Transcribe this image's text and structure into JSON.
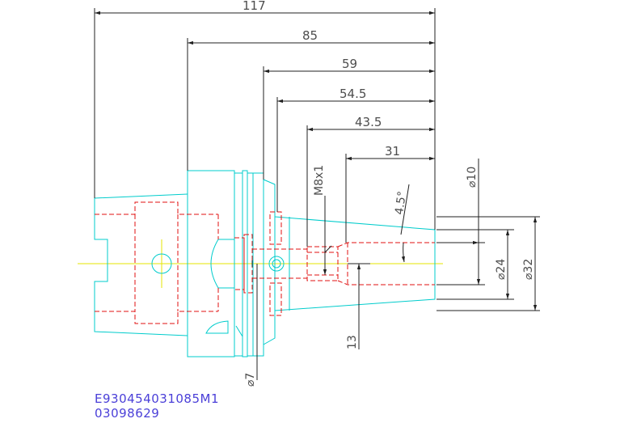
{
  "dimensions": {
    "overall_length": "117",
    "length_85": "85",
    "length_59": "59",
    "length_54_5": "54.5",
    "length_43_5": "43.5",
    "length_31": "31",
    "thread": "M8x1",
    "taper_angle": "4.5°",
    "bore_diameter": "⌀10",
    "diameter_24": "⌀24",
    "diameter_32": "⌀32",
    "length_13": "13",
    "diameter_7": "⌀7"
  },
  "part_code": "E930454031085M1",
  "drawing_number": "03098629",
  "colors": {
    "outline": "#00cccc",
    "hidden": "#e01010",
    "centerline": "#e6e600",
    "dimension": "#202020",
    "dim_text": "#4d4d4d",
    "code_text": "#4a3fd8"
  }
}
